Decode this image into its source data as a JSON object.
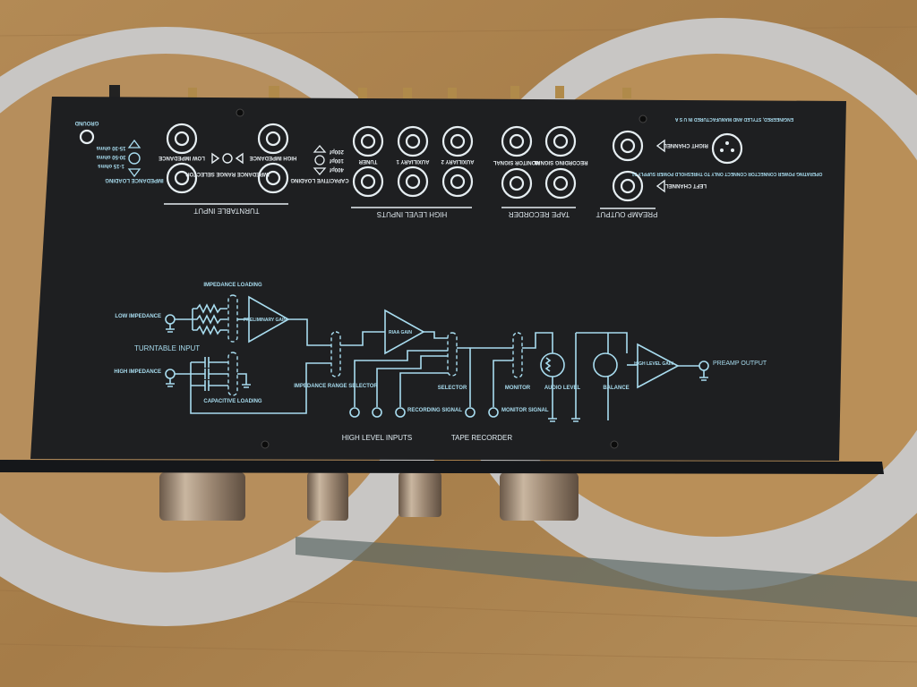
{
  "top_panel": {
    "ground": "GROUND",
    "impedance_loading": "IMPEDANCE LOADING",
    "imp_values": [
      "15-30 ohms",
      "30-50 ohms",
      "1-15 ohms"
    ],
    "low_impedance": "LOW IMPEDANCE",
    "high_impedance": "HIGH IMPEDANCE",
    "impedance_range_selector": "IMPEDANCE RANGE SELECTOR",
    "capacitive_loading": "CAPACITIVE LOADING",
    "cap_values": [
      "200pf",
      "100pf",
      "400pf"
    ],
    "turntable_input": "TURNTABLE INPUT",
    "tuner": "TUNER",
    "aux1": "AUXILIARY 1",
    "aux2": "AUXILIARY 2",
    "high_level_inputs": "HIGH LEVEL INPUTS",
    "recording_signal": "RECORDING SIGNAL",
    "monitor_signal": "MONITOR SIGNAL",
    "tape_recorder": "TAPE RECORDER",
    "right_channel": "RIGHT CHANNEL",
    "left_channel": "LEFT CHANNEL",
    "preamp_output": "PREAMP OUTPUT",
    "power_note": "OPERATING POWER CONNECTOR CONNECT ONLY TO THRESHOLD POWER SUPPLY 51",
    "made_in": "ENGINEERED, STYLED AND MANUFACTURED IN U S A"
  },
  "schematic": {
    "impedance_loading": "IMPEDANCE LOADING",
    "low_impedance": "LOW IMPEDANCE",
    "high_impedance": "HIGH IMPEDANCE",
    "preliminary_gain": "PRELIMINARY GAIN",
    "turntable_input": "TURNTABLE INPUT",
    "capacitive_loading": "CAPACITIVE LOADING",
    "impedance_range_selector": "IMPEDANCE RANGE SELECTOR",
    "riaa_gain": "RIAA GAIN",
    "selector": "SELECTOR",
    "monitor": "MONITOR",
    "audio_level": "AUDIO LEVEL",
    "balance": "BALANCE",
    "high_level_gain": "HIGH LEVEL GAIN",
    "preamp_output": "PREAMP OUTPUT",
    "high_level_inputs": "HIGH LEVEL INPUTS",
    "recording_signal": "RECORDING SIGNAL",
    "monitor_signal": "MONITOR SIGNAL",
    "tape_recorder": "TAPE RECORDER"
  },
  "colors": {
    "panel": "#1e1f21",
    "trace": "#a8dcef",
    "wood": "#a9834f",
    "felt": "#c8c6c4"
  }
}
